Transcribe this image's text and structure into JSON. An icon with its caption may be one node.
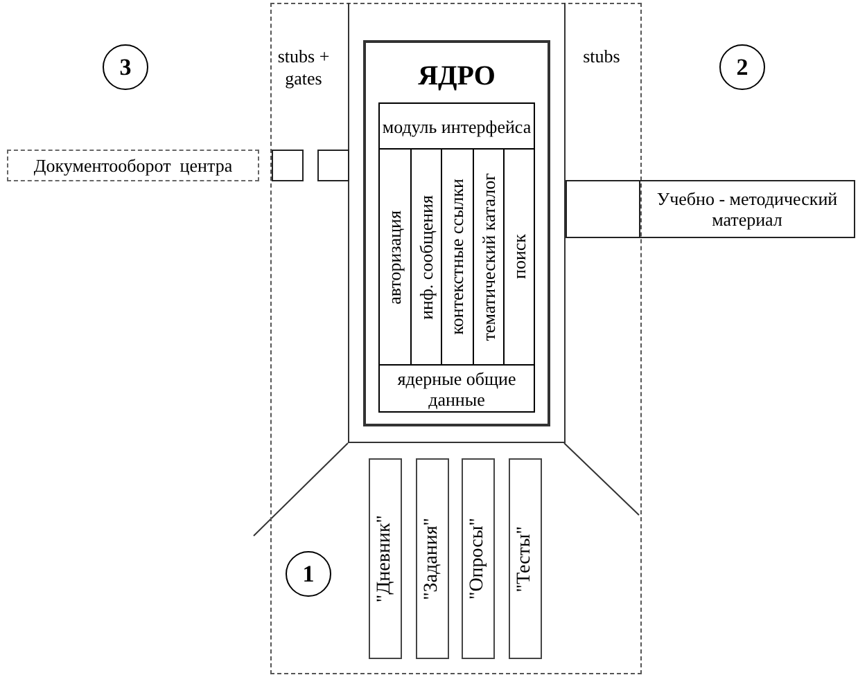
{
  "diagram": {
    "nodes": [
      {
        "text": [],
        "shape": "box"
      },
      {
        "text": [],
        "shape": "box",
        "in": 0
      },
      {
        "text": [
          "ЯДРО"
        ],
        "in": 1
      },
      {
        "text": [
          "модуль интерфейса"
        ],
        "in": 2
      },
      {
        "text": [
          "авторизация"
        ],
        "in": 2
      },
      {
        "text": [
          "инф. сообщения"
        ],
        "in": 2
      },
      {
        "text": [
          "контекстные ссылки"
        ],
        "in": 2
      },
      {
        "text": [
          "тематический каталог"
        ],
        "in": 2
      },
      {
        "text": [
          "поиск"
        ],
        "in": 2
      },
      {
        "text": [
          "ядерные общие данные"
        ],
        "in": 2
      },
      {
        "text": [
          "\"Дневник\""
        ],
        "in": 0
      },
      {
        "text": [
          "\"Задания\""
        ],
        "in": 0
      },
      {
        "text": [
          "\"Опросы\""
        ],
        "in": 0
      },
      {
        "text": [
          "\"Тесты\""
        ],
        "in": 0
      },
      {
        "text": [
          "1"
        ],
        "in": 0
      },
      {
        "text": [
          "3"
        ]
      },
      {
        "text": [
          "2"
        ]
      },
      {
        "text": [
          "Документооборот  центра"
        ]
      },
      {
        "text": [],
        "shape": "box",
        "in": 0
      },
      {
        "text": [],
        "shape": "box",
        "in": 0
      },
      {
        "text": [],
        "shape": "box",
        "in": 0
      },
      {
        "text": [
          "Учебно - методический материал"
        ]
      }
    ],
    "labels": [
      "stubs + gates",
      "stubs"
    ]
  }
}
